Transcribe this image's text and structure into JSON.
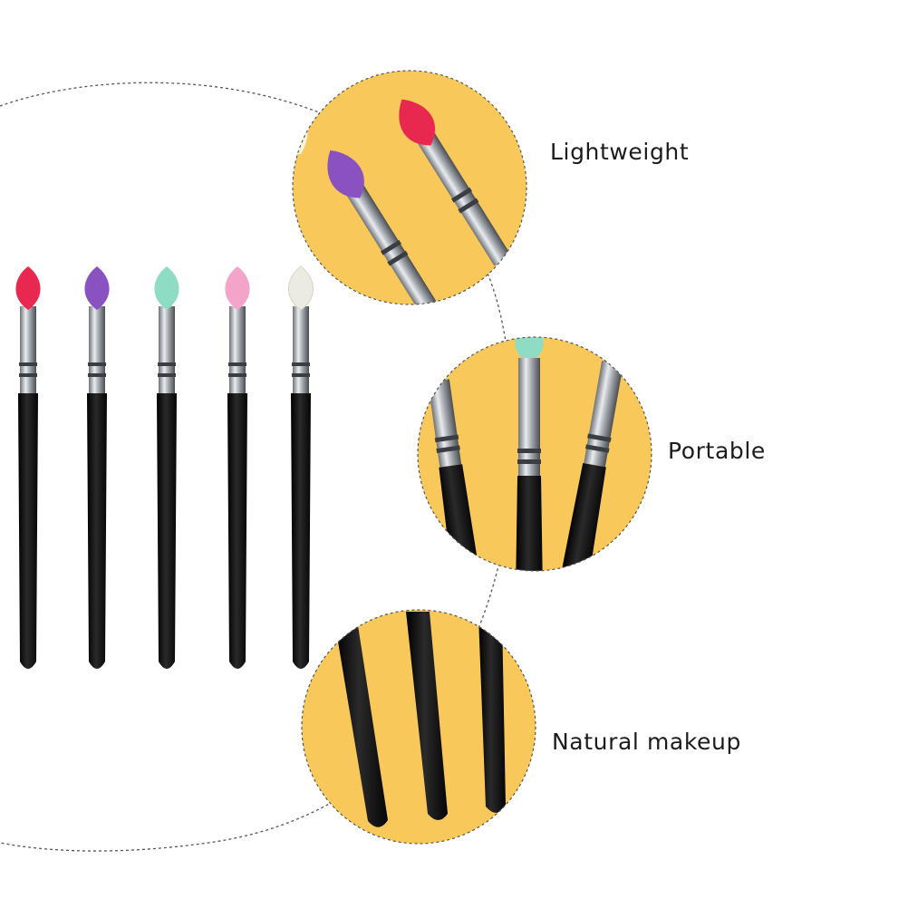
{
  "features": [
    {
      "label": "Lightweight"
    },
    {
      "label": "Portable"
    },
    {
      "label": "Natural makeup"
    }
  ],
  "colors": {
    "background": "#ffffff",
    "circle_fill": "#f8c95a",
    "handle": "#111111",
    "ferrule": "#b8bcc2",
    "dashed_outline": "#555555"
  },
  "brushes": [
    {
      "tip_color": "#e8284e",
      "name": "red"
    },
    {
      "tip_color": "#8a52c0",
      "name": "purple"
    },
    {
      "tip_color": "#8fdcc4",
      "name": "mint"
    },
    {
      "tip_color": "#f4a3c9",
      "name": "pink"
    },
    {
      "tip_color": "#ecebe3",
      "name": "white"
    }
  ]
}
